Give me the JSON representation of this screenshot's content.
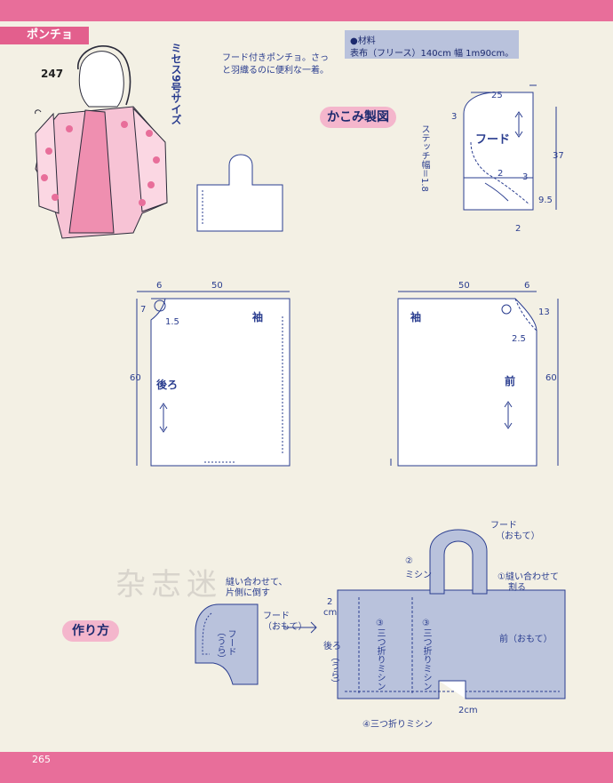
{
  "header": {
    "title_tag": "ポンチョ",
    "item_number": "247",
    "size_label": "ミセス9号サイズ"
  },
  "description": {
    "line1": "フード付きポンチョ。さっ",
    "line2": "と羽織るのに便利な一着。"
  },
  "materials": {
    "heading": "●材料",
    "body": "表布（フリース）140cm 幅 1m90cm。"
  },
  "hood_diagram": {
    "section_label": "かこみ製図",
    "stitch_label": "ステッチ幅＝1.8",
    "piece_label": "フード",
    "dims": {
      "top": "25",
      "left_notch": "3",
      "height": "37",
      "inner_a": "2",
      "inner_b": "3",
      "side": "9.5",
      "bottom": "2"
    }
  },
  "back_piece": {
    "top_left": "6",
    "top_width": "50",
    "neck": "7",
    "neck_curve": "1.5",
    "height": "60",
    "sleeve_label": "袖",
    "piece_label": "後ろ"
  },
  "front_piece": {
    "top_width": "50",
    "top_right": "6",
    "neck_side": "13",
    "neck_curve": "2.5",
    "height": "60",
    "sleeve_label": "袖",
    "piece_label": "前"
  },
  "how_to": {
    "section_label": "作り方",
    "step_hood_label1": "縫い合わせて、",
    "step_hood_label2": "片側に倒す",
    "hood_front_label1": "フード",
    "hood_front_label2": "（おもて）",
    "hood_back_label1": "フード",
    "hood_back_label2": "（うら）",
    "top_hood_label1": "フード",
    "top_hood_label2": "（おもて）",
    "step1": "①縫い合わせて",
    "step1b": "割る",
    "step2": "②",
    "step2b": "ミシン",
    "step3": "③三つ折りミシン",
    "step3b": "③三つ折りミシン",
    "step4": "④三つ折りミシン",
    "hem_left": "2",
    "hem_left_unit": "cm",
    "hem_bottom": "2cm",
    "back_label1": "後ろ",
    "back_label2": "（うら）",
    "front_label": "前（おもて）"
  },
  "page_number": "265",
  "watermark": "杂志迷"
}
